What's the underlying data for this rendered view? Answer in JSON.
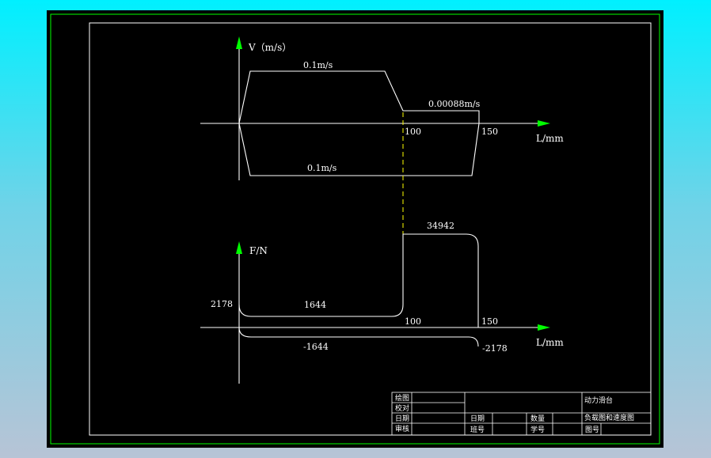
{
  "velocity_chart": {
    "y_axis_label": "V（m/s）",
    "x_axis_label": "L/mm",
    "forward_speed_label": "0.1m/s",
    "work_speed_label": "0.00088m/s",
    "return_speed_label": "0.1m/s",
    "tick_100": "100",
    "tick_150": "150"
  },
  "force_chart": {
    "y_axis_label": "F/N",
    "x_axis_label": "L/mm",
    "start_force_label": "2178",
    "forward_force_label": "1644",
    "work_force_label": "34942",
    "return_force_label": "-1644",
    "return_end_label": "-2178",
    "tick_100": "100",
    "tick_150": "150"
  },
  "title_block": {
    "drawn_by": "绘图",
    "checked_by": "校对",
    "date": "日期",
    "reviewed_by": "审核",
    "title_line1": "动力滑台",
    "title_line2": "负载图和速度图",
    "drawing_no": "图号",
    "date2": "日期",
    "quantity": "数量",
    "class_no": "班号",
    "student_no": "学号"
  },
  "colors": {
    "frame_green": "#00ff00",
    "arrow_green": "#00ff00",
    "line_white": "#ffffff",
    "dashed_yellow": "#ffff00"
  }
}
